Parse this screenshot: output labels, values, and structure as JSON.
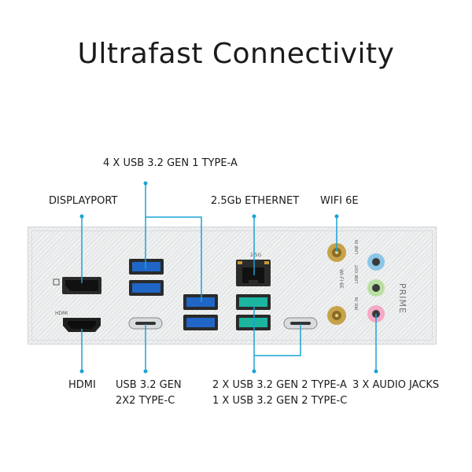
{
  "title": "Ultrafast Connectivity",
  "labels": {
    "usb_typea_top": "4 X USB 3.2 GEN 1 TYPE-A",
    "displayport": "DISPLAYPORT",
    "ethernet": "2.5Gb ETHERNET",
    "wifi": "WIFI 6E",
    "hdmi": "HDMI",
    "usb_c_left_line1": "USB 3.2 GEN",
    "usb_c_left_line2": "2X2 TYPE-C",
    "usb_gen2_line1": "2 X USB 3.2 GEN 2 TYPE-A",
    "usb_gen2_line2": "1 X USB 3.2 GEN 2 TYPE-C",
    "audio": "3 X AUDIO JACKS"
  },
  "panel_marks": {
    "brand": "PRIME",
    "lan_speed": "2.5G",
    "wifi_mark": "WI-FI 6E",
    "hdmi_mark": "HDMI",
    "line_in": "LINE IN",
    "line_out": "LINE OUT",
    "mic_in": "MIC IN"
  },
  "colors": {
    "callout": "#1aa3d6",
    "usb_gen1": "#1f66c7",
    "usb_gen2": "#1bb5a0",
    "audio_blue": "#8cc6e6",
    "audio_green": "#b9e0a2",
    "audio_pink": "#f4a9c4",
    "antenna_gold": "#c8a24a"
  }
}
